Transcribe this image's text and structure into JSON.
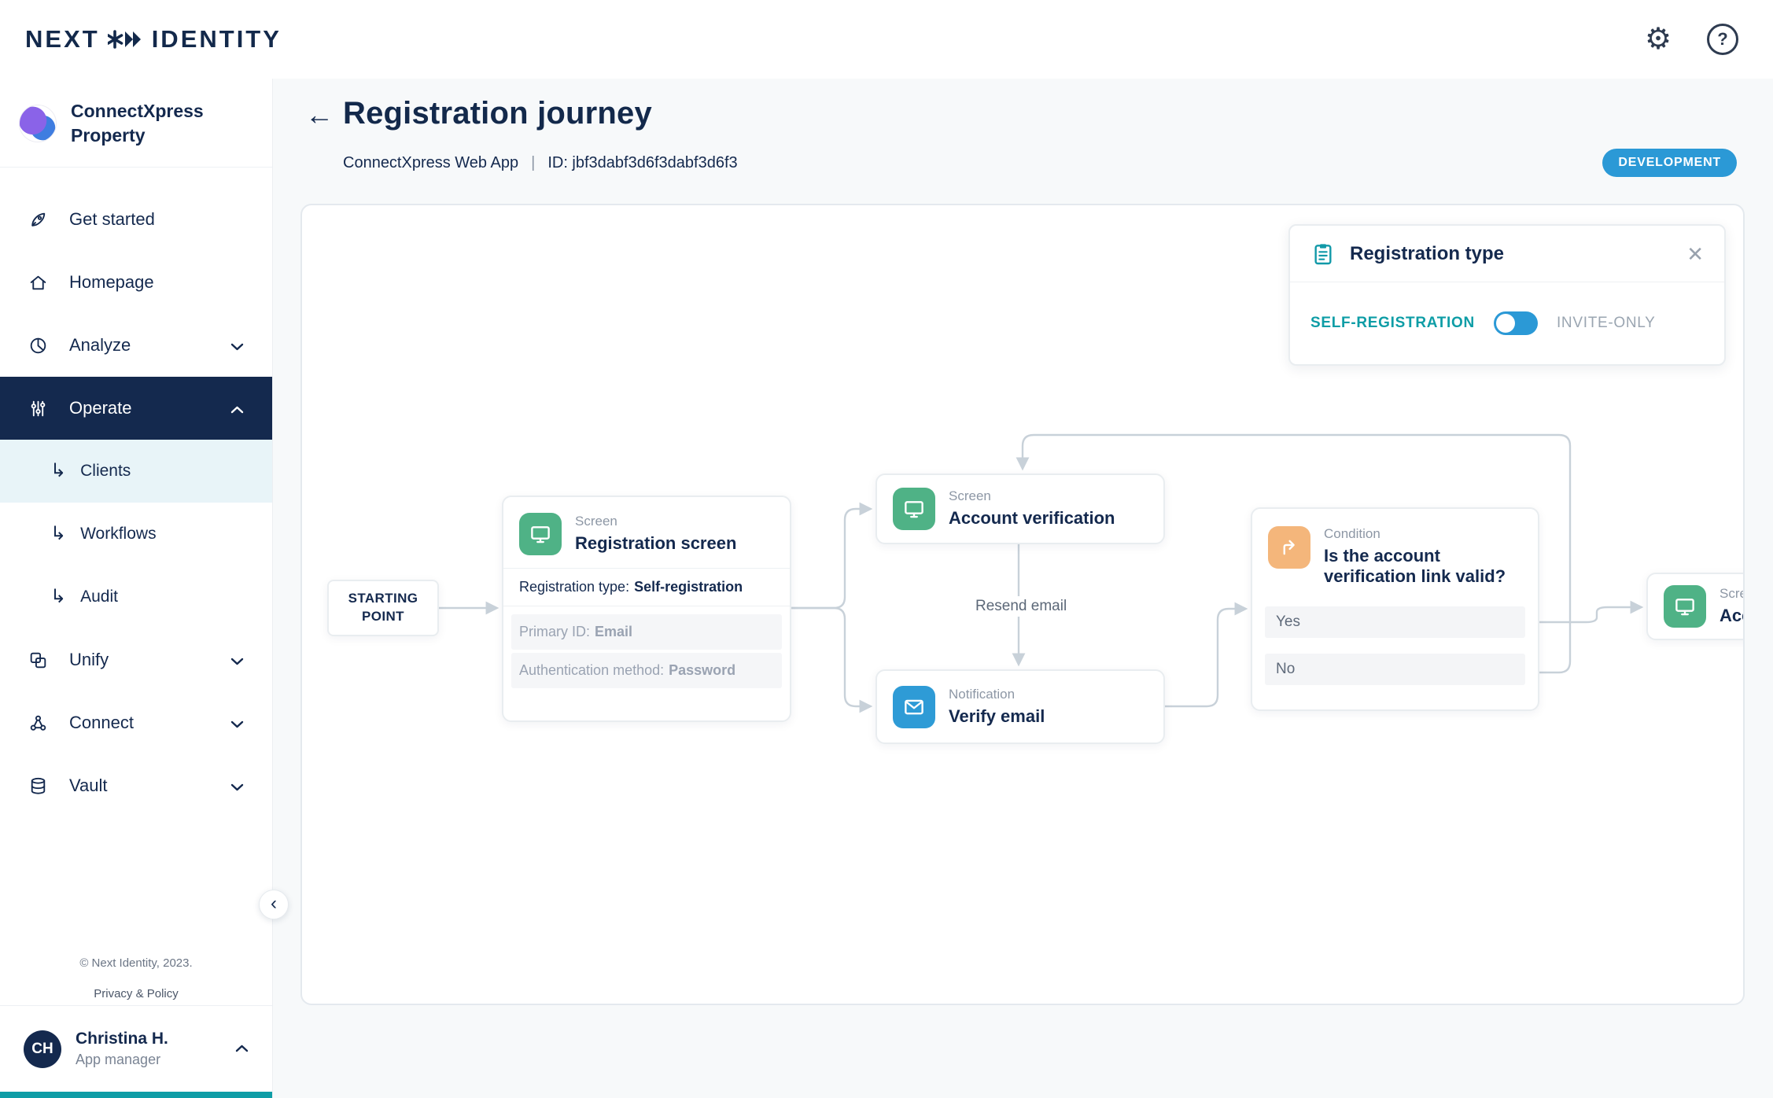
{
  "topbar": {
    "logo": {
      "part1": "NEXT",
      "part2": "IDENTITY"
    },
    "settings_icon": "⚙",
    "help_icon": "?"
  },
  "sidebar": {
    "property_name": "ConnectXpress Property",
    "sub_arrow_icon": "↳",
    "collapse_icon": "‹",
    "items": [
      {
        "label": "Get started"
      },
      {
        "label": "Homepage"
      },
      {
        "label": "Analyze"
      },
      {
        "label": "Operate"
      },
      {
        "label": "Clients"
      },
      {
        "label": "Workflows"
      },
      {
        "label": "Audit"
      },
      {
        "label": "Unify"
      },
      {
        "label": "Connect"
      },
      {
        "label": "Vault"
      }
    ],
    "footer": {
      "copyright": "© Next Identity, 2023.",
      "privacy_link": "Privacy & Policy"
    },
    "user": {
      "initials": "CH",
      "name": "Christina H.",
      "role": "App manager"
    }
  },
  "header": {
    "back_icon": "←",
    "title": "Registration journey",
    "app_name": "ConnectXpress Web App",
    "separator": "|",
    "journey_id": "ID: jbf3dabf3d6f3dabf3d6f3",
    "env_badge": "DEVELOPMENT"
  },
  "registration_type_panel": {
    "title": "Registration type",
    "close_icon": "✕",
    "option_left": "SELF-REGISTRATION",
    "option_right": "INVITE-ONLY",
    "toggle_state": "left"
  },
  "flow": {
    "start_label": "STARTING POINT",
    "resend_label": "Resend email",
    "nodes": {
      "registration_screen": {
        "type_label": "Screen",
        "title": "Registration screen",
        "details": [
          {
            "label": "Registration type:",
            "value": "Self-registration"
          },
          {
            "label": "Primary ID:",
            "value": "Email"
          },
          {
            "label": "Authentication method:",
            "value": "Password"
          }
        ]
      },
      "account_verification": {
        "type_label": "Screen",
        "title": "Account verification"
      },
      "verify_email": {
        "type_label": "Notification",
        "title": "Verify email"
      },
      "condition": {
        "type_label": "Condition",
        "title": "Is the account verification link valid?",
        "options": [
          {
            "label": "Yes"
          },
          {
            "label": "No"
          }
        ]
      },
      "clipped_screen": {
        "type_label": "Scre",
        "title": "Acc"
      }
    }
  },
  "colors": {
    "primary_navy": "#14294e",
    "accent_teal": "#0e9da6",
    "badge_blue": "#2b99d6",
    "screen_green": "#4fb286",
    "notification_blue": "#2e9bd6",
    "condition_orange": "#f4b67b"
  }
}
